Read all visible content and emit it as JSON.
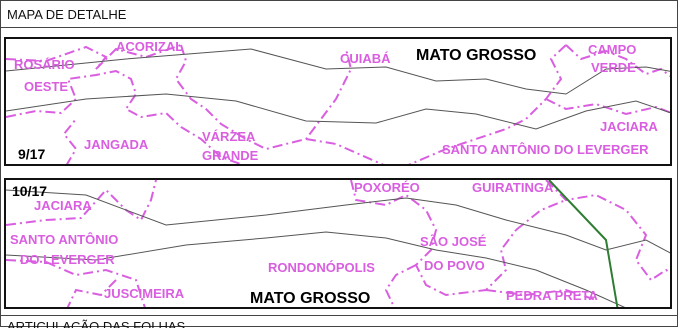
{
  "title": "MAPA DE DETALHE",
  "footer": "ARTICULAÇÃO DAS FOLHAS",
  "colors": {
    "municipality": "#d95ee0",
    "road": "#555555",
    "railway": "#2e7d32",
    "frame": "#111111"
  },
  "panels": [
    {
      "sheet": "9/17",
      "state": "MATO GROSSO",
      "municipalities": [
        "ROSÁRIO",
        "OESTE",
        "ACORIZAL",
        "CUIABÁ",
        "CAMPO",
        "VERDE",
        "JANGADA",
        "VÁRZEA",
        "GRANDE",
        "JACIARA",
        "SANTO ANTÔNIO DO LEVERGER"
      ]
    },
    {
      "sheet": "10/17",
      "state": "MATO GROSSO",
      "municipalities": [
        "JACIARA",
        "POXORÉO",
        "GUIRATINGA",
        "SANTO ANTÔNIO",
        "DO LEVERGER",
        "SÃO JOSÉ",
        "DO POVO",
        "RONDONÓPOLIS",
        "JUSCIMEIRA",
        "PEDRA PRETA"
      ]
    }
  ]
}
